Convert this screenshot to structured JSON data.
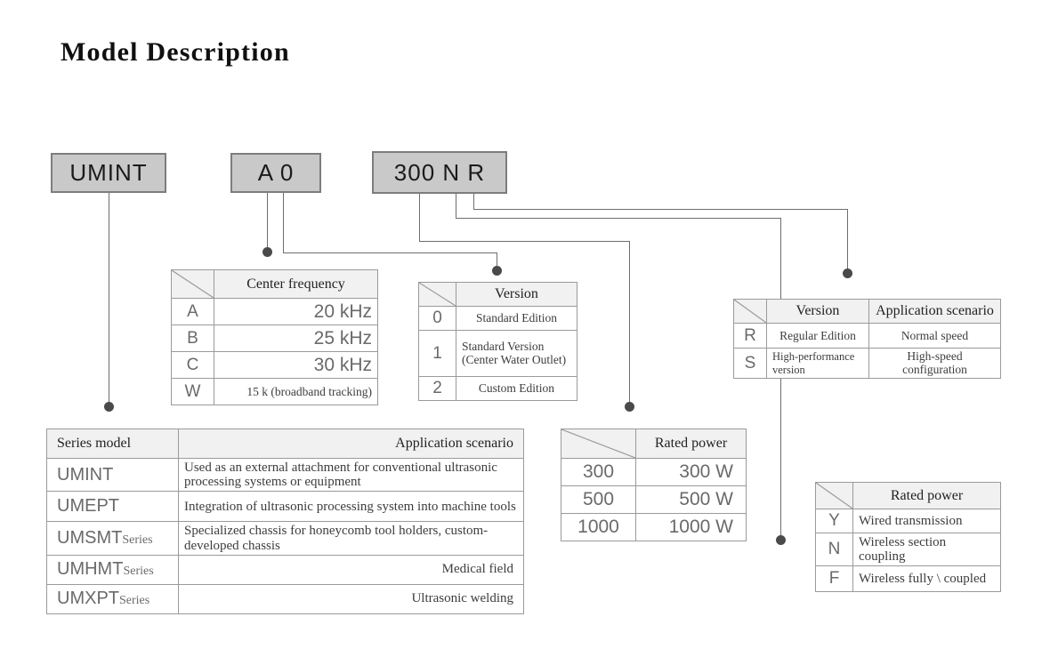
{
  "title": "Model Description",
  "code_boxes": [
    {
      "name": "series-code",
      "text": "UMINT"
    },
    {
      "name": "frequency-version-code",
      "text": "A 0"
    },
    {
      "name": "power-transmission-version-code",
      "text": "300 N R"
    }
  ],
  "tables": {
    "center_frequency": {
      "header": "Center frequency",
      "rows": [
        {
          "key": "A",
          "value": "20 kHz"
        },
        {
          "key": "B",
          "value": "25 kHz"
        },
        {
          "key": "C",
          "value": "30 kHz"
        },
        {
          "key": "W",
          "value": "15 k (broadband tracking)"
        }
      ]
    },
    "version": {
      "header": "Version",
      "rows": [
        {
          "key": "0",
          "value": "Standard Edition"
        },
        {
          "key": "1",
          "value": "Standard Version (Center Water Outlet)"
        },
        {
          "key": "2",
          "value": "Custom Edition"
        }
      ]
    },
    "version_scenario": {
      "header1": "Version",
      "header2": "Application scenario",
      "rows": [
        {
          "key": "R",
          "version": "Regular Edition",
          "scenario": "Normal speed"
        },
        {
          "key": "S",
          "version": "High-performance version",
          "scenario": "High-speed configuration"
        }
      ]
    },
    "series_model": {
      "header1": "Series model",
      "header2": "Application scenario",
      "rows": [
        {
          "model": "UMINT",
          "suffix": "",
          "scenario": "Used as an external attachment for conventional ultrasonic processing systems or equipment",
          "align": "left"
        },
        {
          "model": "UMEPT",
          "suffix": "",
          "scenario": "Integration of ultrasonic processing system into machine tools",
          "align": "left"
        },
        {
          "model": "UMSMT",
          "suffix": "Series",
          "scenario": "Specialized chassis for honeycomb tool holders, custom-developed chassis",
          "align": "left"
        },
        {
          "model": "UMHMT",
          "suffix": "Series",
          "scenario": "Medical field",
          "align": "right"
        },
        {
          "model": "UMXPT",
          "suffix": "Series",
          "scenario": "Ultrasonic welding",
          "align": "right"
        }
      ]
    },
    "rated_power": {
      "header": "Rated power",
      "rows": [
        {
          "key": "300",
          "value": "300 W"
        },
        {
          "key": "500",
          "value": "500 W"
        },
        {
          "key": "1000",
          "value": "1000 W"
        }
      ]
    },
    "transmission": {
      "header": "Rated power",
      "rows": [
        {
          "key": "Y",
          "value": "Wired transmission"
        },
        {
          "key": "N",
          "value": "Wireless section coupling"
        },
        {
          "key": "F",
          "value": "Wireless fully \\ coupled"
        }
      ]
    }
  },
  "colors": {
    "box_fill": "#c9c9c9",
    "box_border": "#7d7d7d",
    "line": "#6e6e6e",
    "dot": "#4a4a4a",
    "header_fill": "#f1f1f1"
  }
}
